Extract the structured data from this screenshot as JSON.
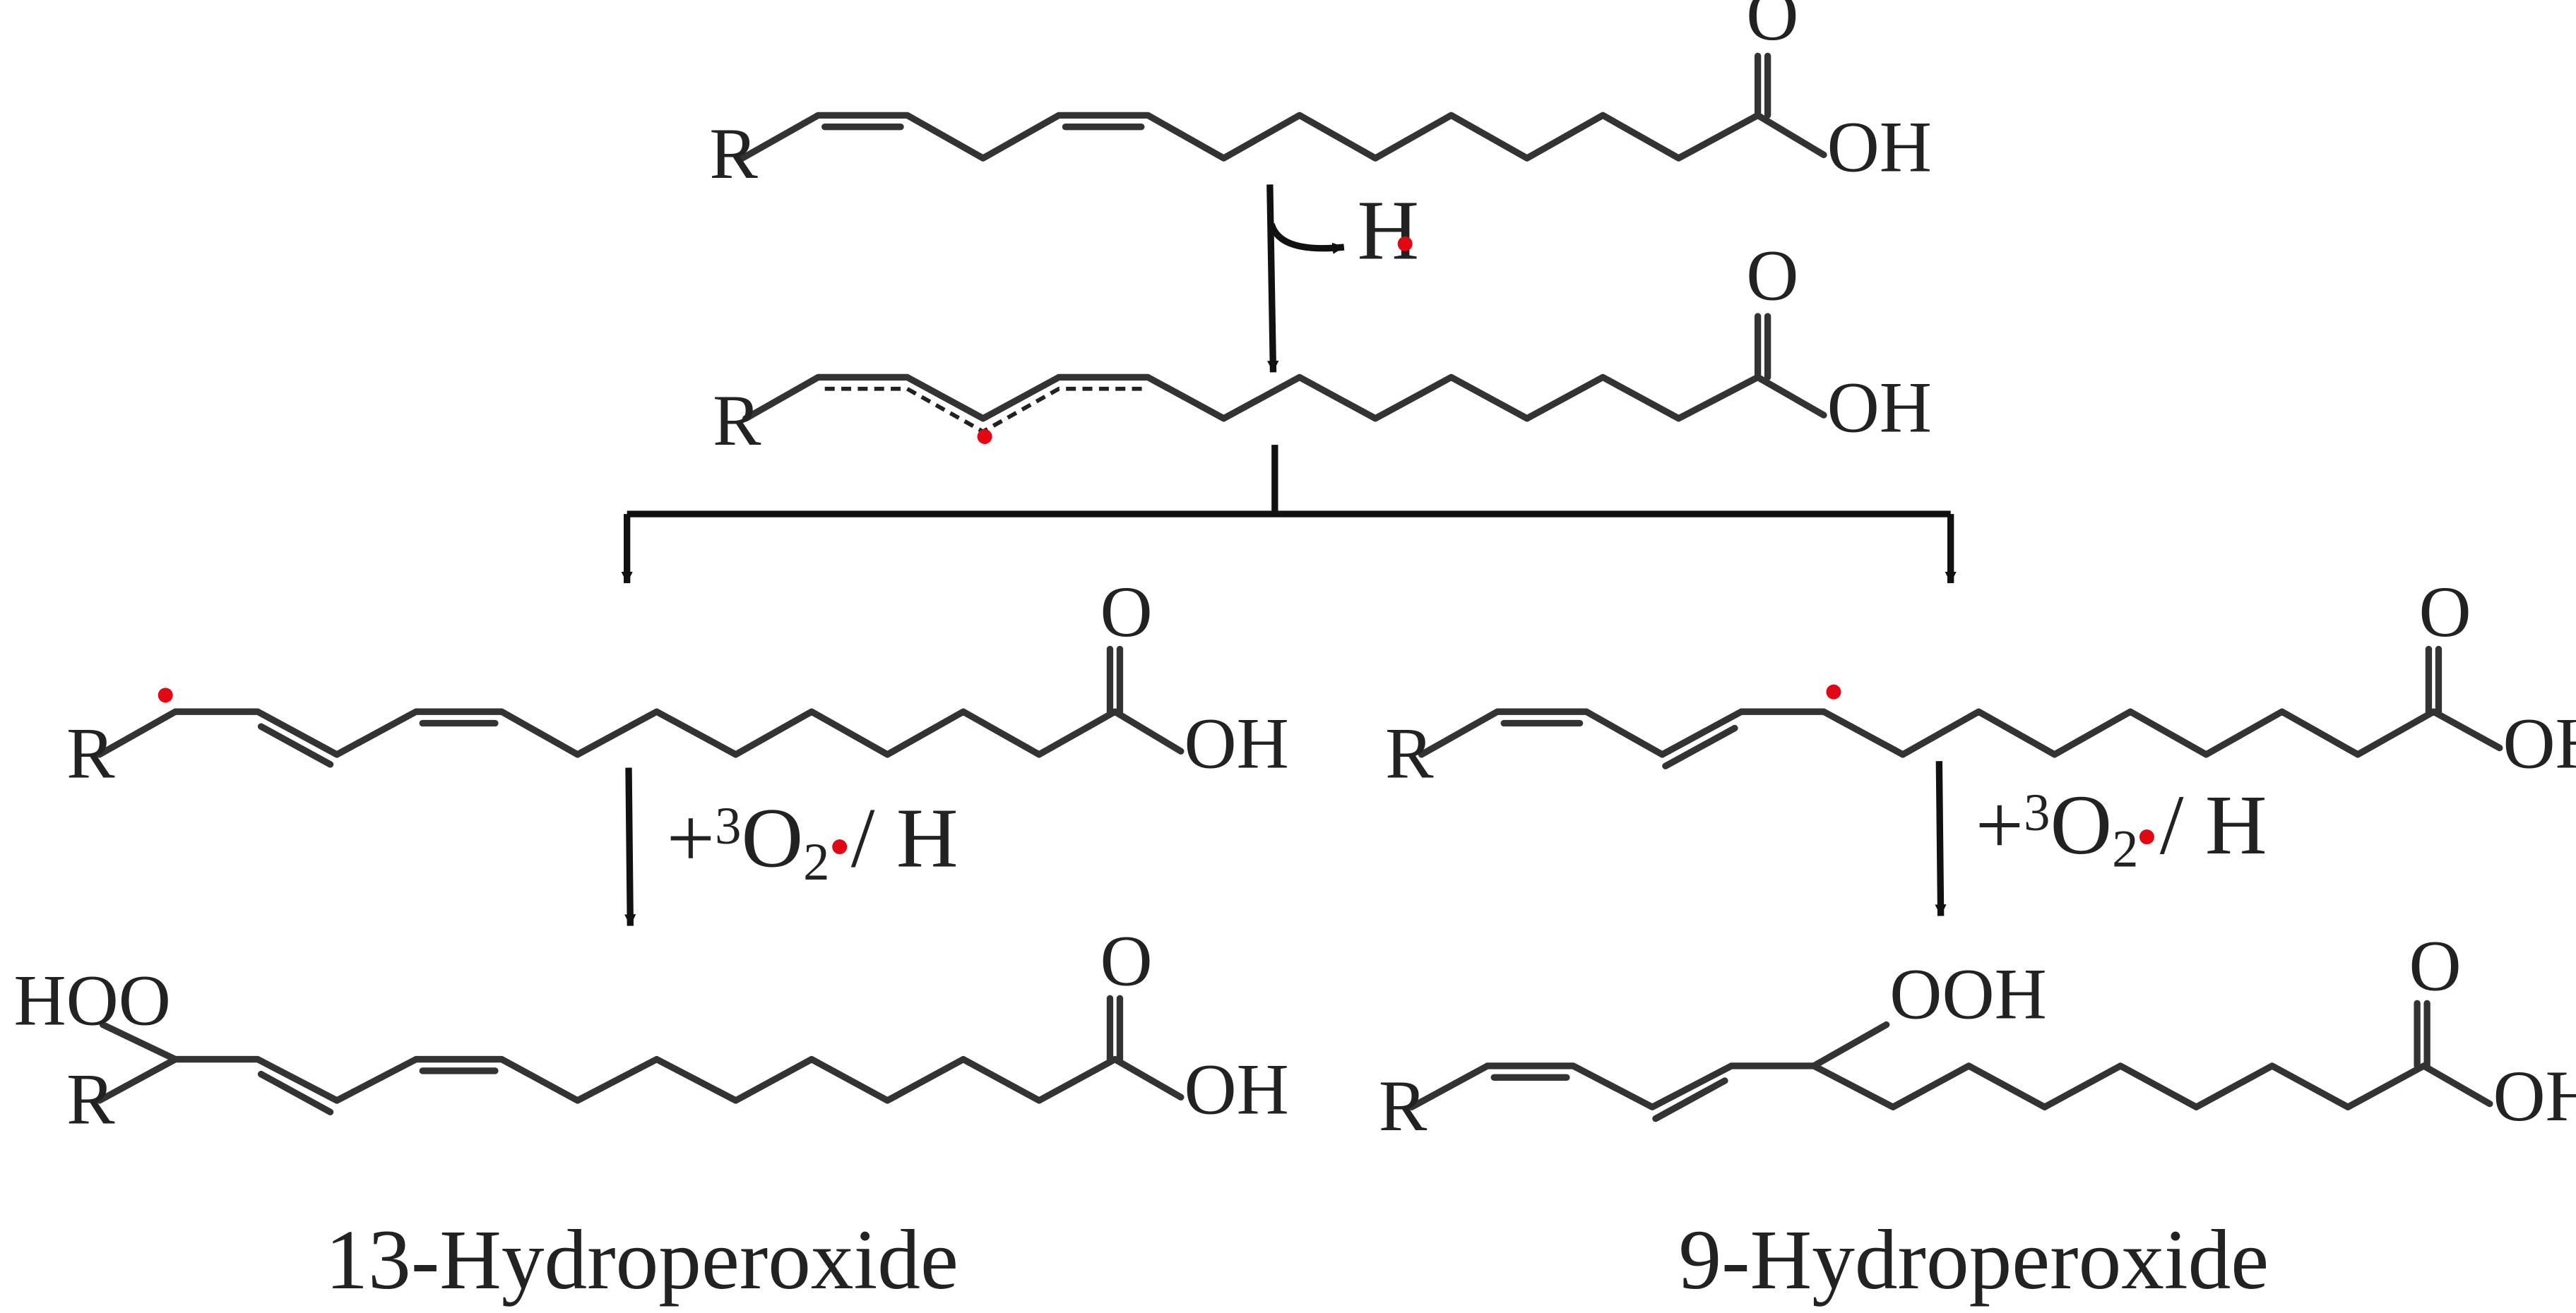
{
  "atoms": {
    "r": "R",
    "o": "O",
    "oh": "OH",
    "hoo": "HOO",
    "ooh": "OOH"
  },
  "reagents": {
    "h_abstraction": "H",
    "oxygenation_prefix": "+",
    "oxygenation_superscript": "3",
    "oxygenation_element": "O",
    "oxygenation_subscript": "2",
    "oxygenation_suffix": " / H"
  },
  "captions": {
    "left_product": "13-Hydroperoxide",
    "right_product": "9-Hydroperoxide"
  },
  "colors": {
    "radical": "#e30613",
    "bond": "#333333",
    "arrow": "#111111"
  }
}
